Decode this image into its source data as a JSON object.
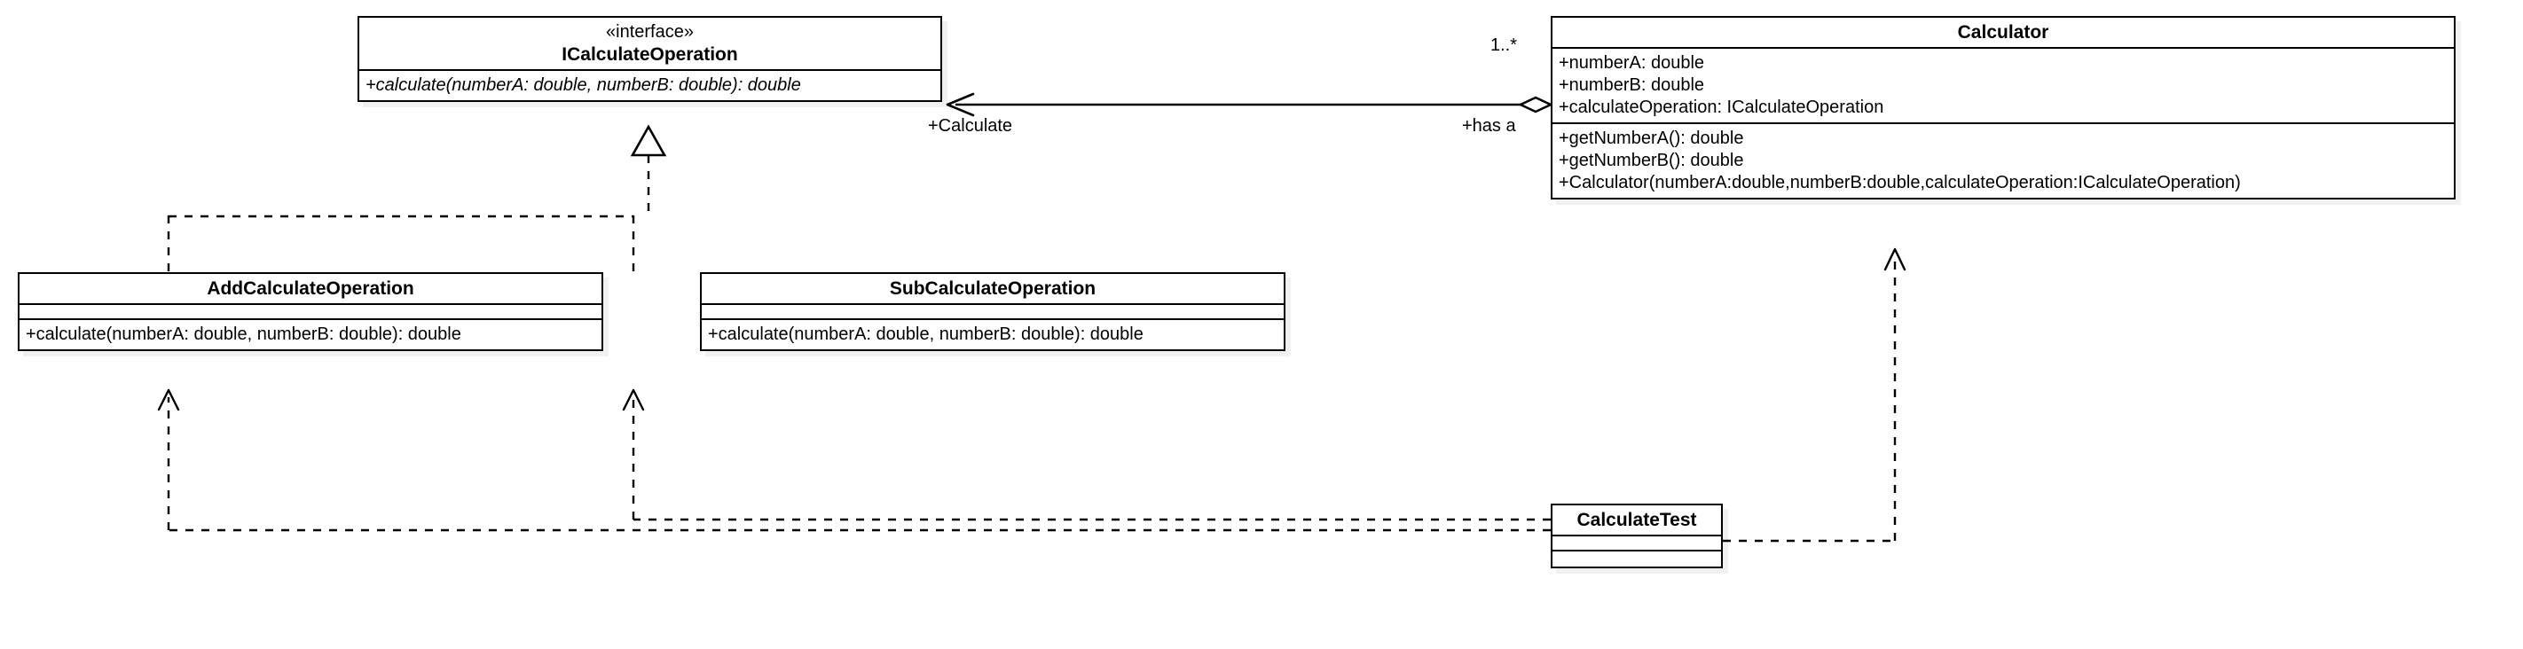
{
  "diagram": {
    "kind": "uml-class-diagram",
    "background_color": "#ffffff",
    "line_color": "#000000",
    "classes": [
      {
        "id": "icalculateoperation",
        "stereotype": "«interface»",
        "name": "ICalculateOperation",
        "attributes": [],
        "methods": [
          "+calculate(numberA: double, numberB: double): double"
        ],
        "methods_italic": true
      },
      {
        "id": "calculator",
        "stereotype": "",
        "name": "Calculator",
        "attributes": [
          "+numberA: double",
          "+numberB: double",
          "+calculateOperation: ICalculateOperation"
        ],
        "methods": [
          "+getNumberA(): double",
          "+getNumberB(): double",
          "+Calculator(numberA:double,numberB:double,calculateOperation:ICalculateOperation)"
        ],
        "methods_italic": false
      },
      {
        "id": "addcalculateoperation",
        "stereotype": "",
        "name": "AddCalculateOperation",
        "attributes": [],
        "methods": [
          "+calculate(numberA: double, numberB: double): double"
        ],
        "methods_italic": false
      },
      {
        "id": "subcalculateoperation",
        "stereotype": "",
        "name": "SubCalculateOperation",
        "attributes": [],
        "methods": [
          "+calculate(numberA: double, numberB: double): double"
        ],
        "methods_italic": false
      },
      {
        "id": "calculatetest",
        "stereotype": "",
        "name": "CalculateTest",
        "attributes": [],
        "methods": [],
        "methods_italic": false
      }
    ],
    "relationships": [
      {
        "id": "aggregation-calculator-interface",
        "type": "aggregation",
        "from": "Calculator",
        "to": "ICalculateOperation",
        "source_multiplicity": "1..*",
        "source_label": "+has a",
        "target_label": "+Calculate"
      },
      {
        "id": "realization-add-interface",
        "type": "realization",
        "from": "AddCalculateOperation",
        "to": "ICalculateOperation"
      },
      {
        "id": "realization-sub-interface",
        "type": "realization",
        "from": "SubCalculateOperation",
        "to": "ICalculateOperation"
      },
      {
        "id": "dependency-test-add",
        "type": "dependency",
        "from": "CalculateTest",
        "to": "AddCalculateOperation"
      },
      {
        "id": "dependency-test-sub",
        "type": "dependency",
        "from": "CalculateTest",
        "to": "SubCalculateOperation"
      },
      {
        "id": "dependency-test-calculator",
        "type": "dependency",
        "from": "CalculateTest",
        "to": "Calculator"
      }
    ]
  }
}
